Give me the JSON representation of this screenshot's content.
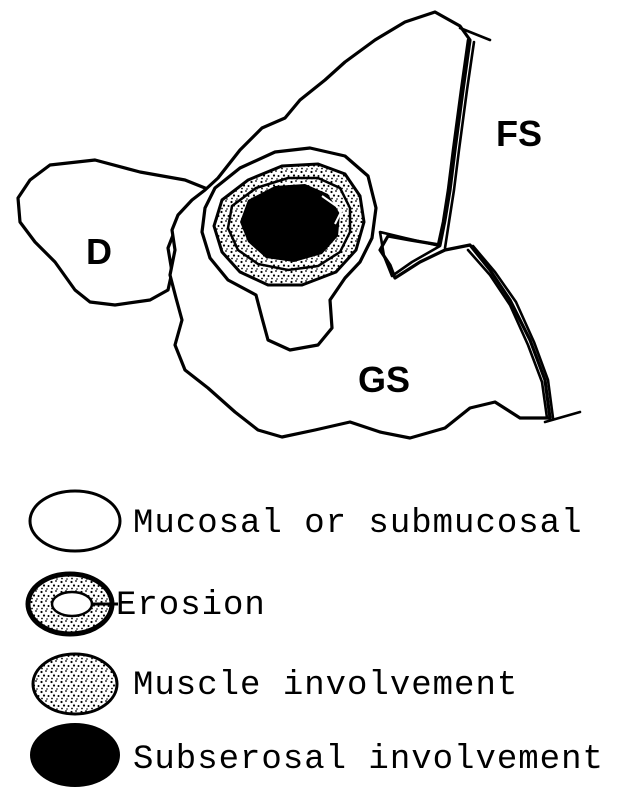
{
  "diagram": {
    "regions": {
      "D": "D",
      "FS": "FS",
      "GS": "GS"
    }
  },
  "legend": {
    "items": [
      {
        "key": "mucosal",
        "label": "Mucosal or submucosal"
      },
      {
        "key": "erosion",
        "label": "Erosion"
      },
      {
        "key": "muscle",
        "label": "Muscle involvement"
      },
      {
        "key": "subserosal",
        "label": "Subserosal involvement"
      }
    ]
  },
  "colors": {
    "ink": "#000000",
    "paper": "#ffffff"
  }
}
